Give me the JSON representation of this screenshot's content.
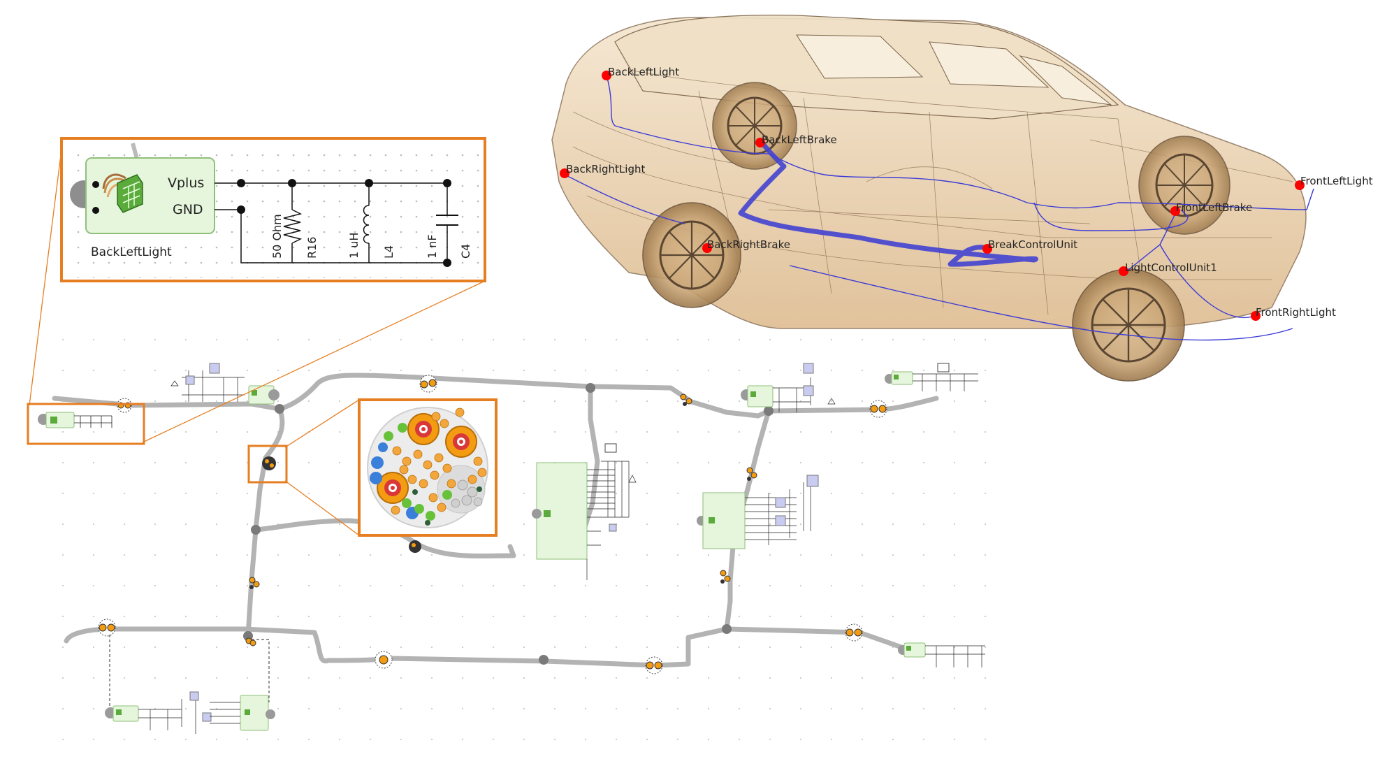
{
  "car_labels": [
    "BackLeftLight",
    "BackRightLight",
    "BackLeftBrake",
    "BackRightBrake",
    "BreakControlUnit",
    "FrontLeftLight",
    "FrontLeftBrake",
    "LightControlUnit1",
    "FrontRightLight"
  ],
  "zoom_detail": {
    "component": "BackLeftLight",
    "port_vplus": "Vplus",
    "port_gnd": "GND",
    "resistor_value": "50 Ohm",
    "resistor_name": "R16",
    "inductor_value": "1 uH",
    "inductor_name": "L4",
    "capacitor_value": "1 nF",
    "capacitor_name": "C4"
  },
  "colors": {
    "callout": "#e67e22",
    "harness": "#b3b3b3",
    "junction": "#7a7a7a",
    "connector": "#f39c12",
    "module_fill": "#e6f6dc",
    "module_border": "#8fbf7a",
    "car_body": "#e8c9a0",
    "car_wire": "#3b3bd6",
    "marker": "#ff0000"
  },
  "icons": {
    "module": "harness-connector-icon",
    "cross_section": "bundle-cross-section-icon",
    "probe": "probe-icon",
    "marker": "red-marker-dot-icon"
  }
}
